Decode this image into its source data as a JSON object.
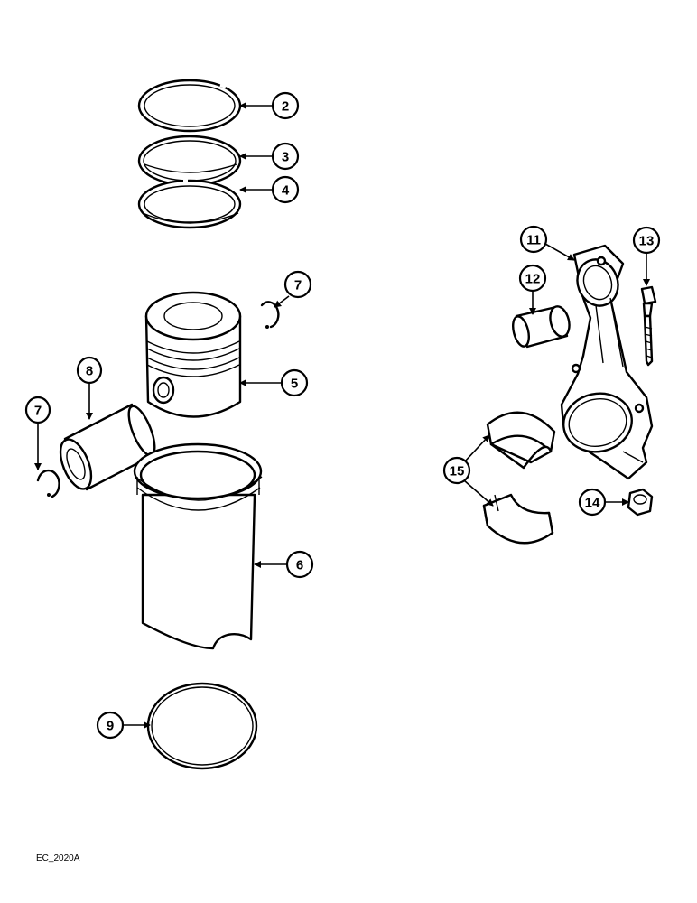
{
  "callouts": {
    "c2": "2",
    "c3": "3",
    "c4": "4",
    "c5": "5",
    "c6": "6",
    "c7a": "7",
    "c7b": "7",
    "c8": "8",
    "c9": "9",
    "c11": "11",
    "c12": "12",
    "c13": "13",
    "c14": "14",
    "c15": "15"
  },
  "reference_code": "EC_2020A"
}
